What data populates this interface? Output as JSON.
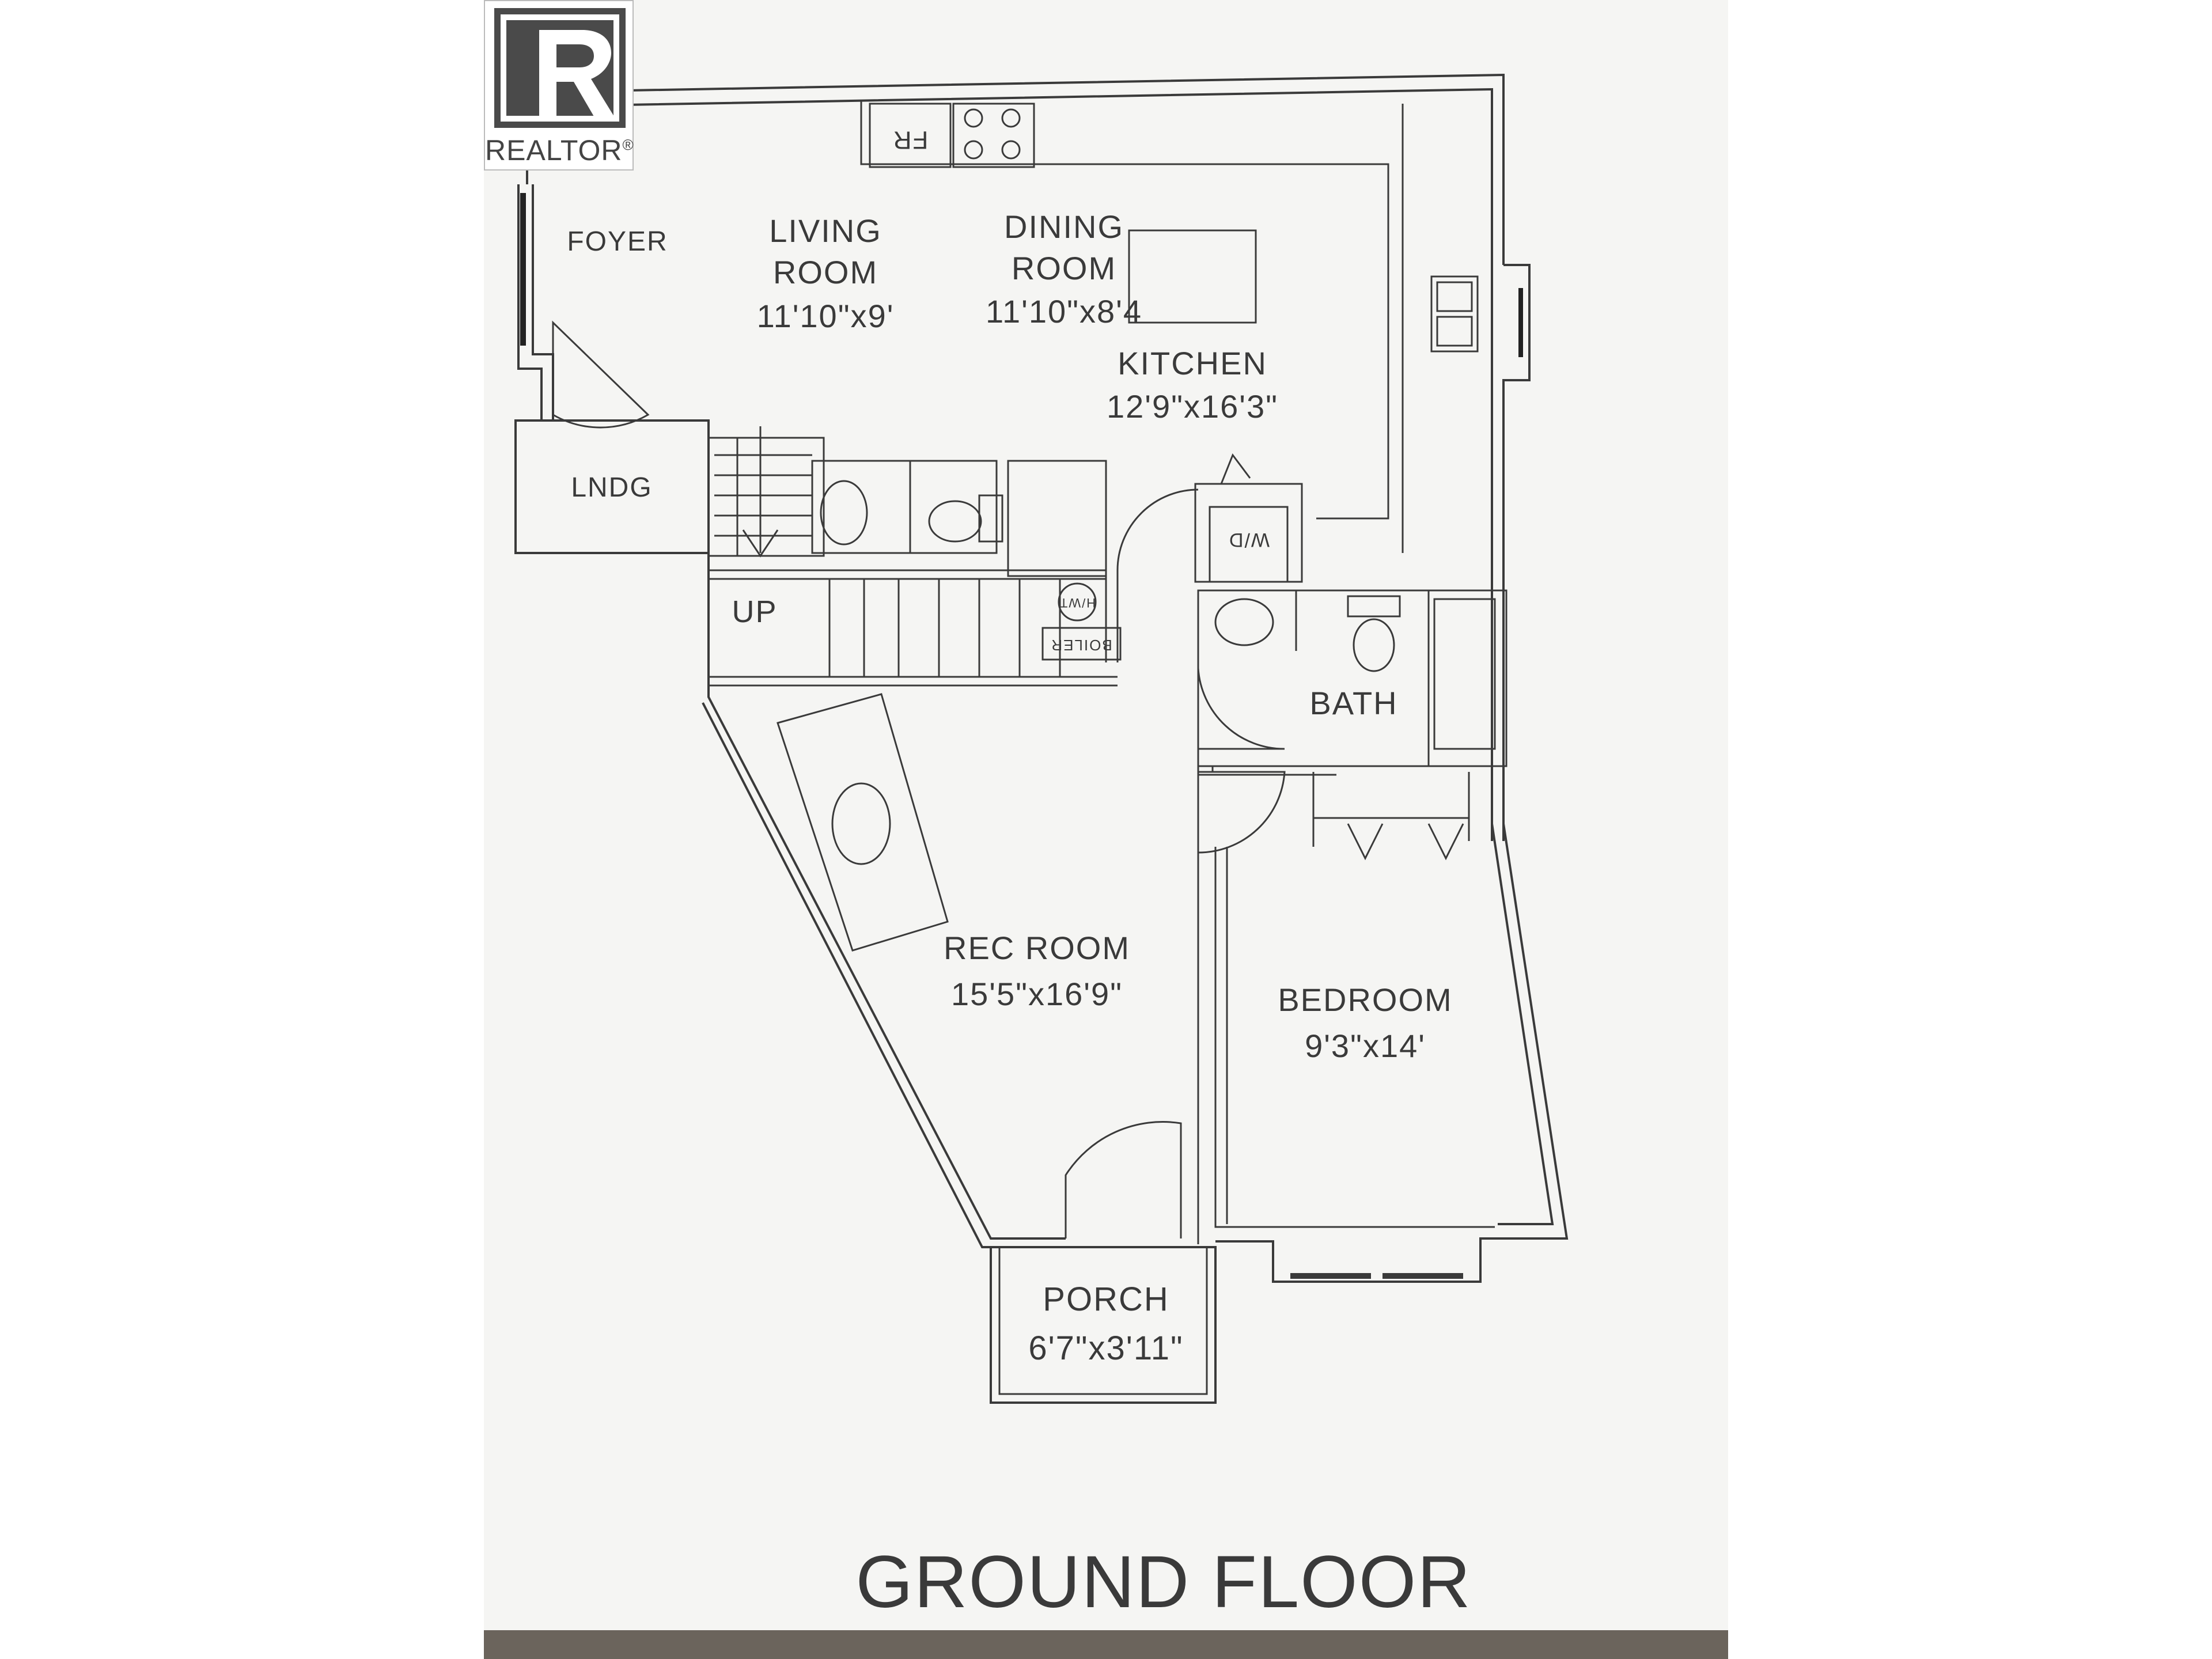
{
  "brand": {
    "name": "REALTOR",
    "mark": "®",
    "color": "#2b2b2b",
    "icon": "realtor-r-icon"
  },
  "floor": {
    "title": "GROUND FLOOR"
  },
  "rooms": {
    "foyer": {
      "name": "FOYER"
    },
    "living": {
      "name_line1": "LIVING",
      "name_line2": "ROOM",
      "size": "11'10\"x9'"
    },
    "dining": {
      "name_line1": "DINING",
      "name_line2": "ROOM",
      "size": "11'10\"x8'4"
    },
    "kitchen": {
      "name": "KITCHEN",
      "size": "12'9\"x16'3\""
    },
    "landing": {
      "name": "LNDG"
    },
    "stairs": {
      "name": "UP"
    },
    "bath": {
      "name": "BATH"
    },
    "rec": {
      "name": "REC ROOM",
      "size": "15'5\"x16'9\""
    },
    "bedroom": {
      "name": "BEDROOM",
      "size": "9'3\"x14'"
    },
    "porch": {
      "name": "PORCH",
      "size": "6'7\"x3'11\""
    }
  },
  "fixtures": {
    "fridge": "FR",
    "washer_dryer": "W/D",
    "hot_water_tank": "H/WT",
    "boiler": "BOILER"
  },
  "colors": {
    "paper": "#f5f5f3",
    "ink": "#3a3a3a",
    "carpet": "#6b645c"
  }
}
